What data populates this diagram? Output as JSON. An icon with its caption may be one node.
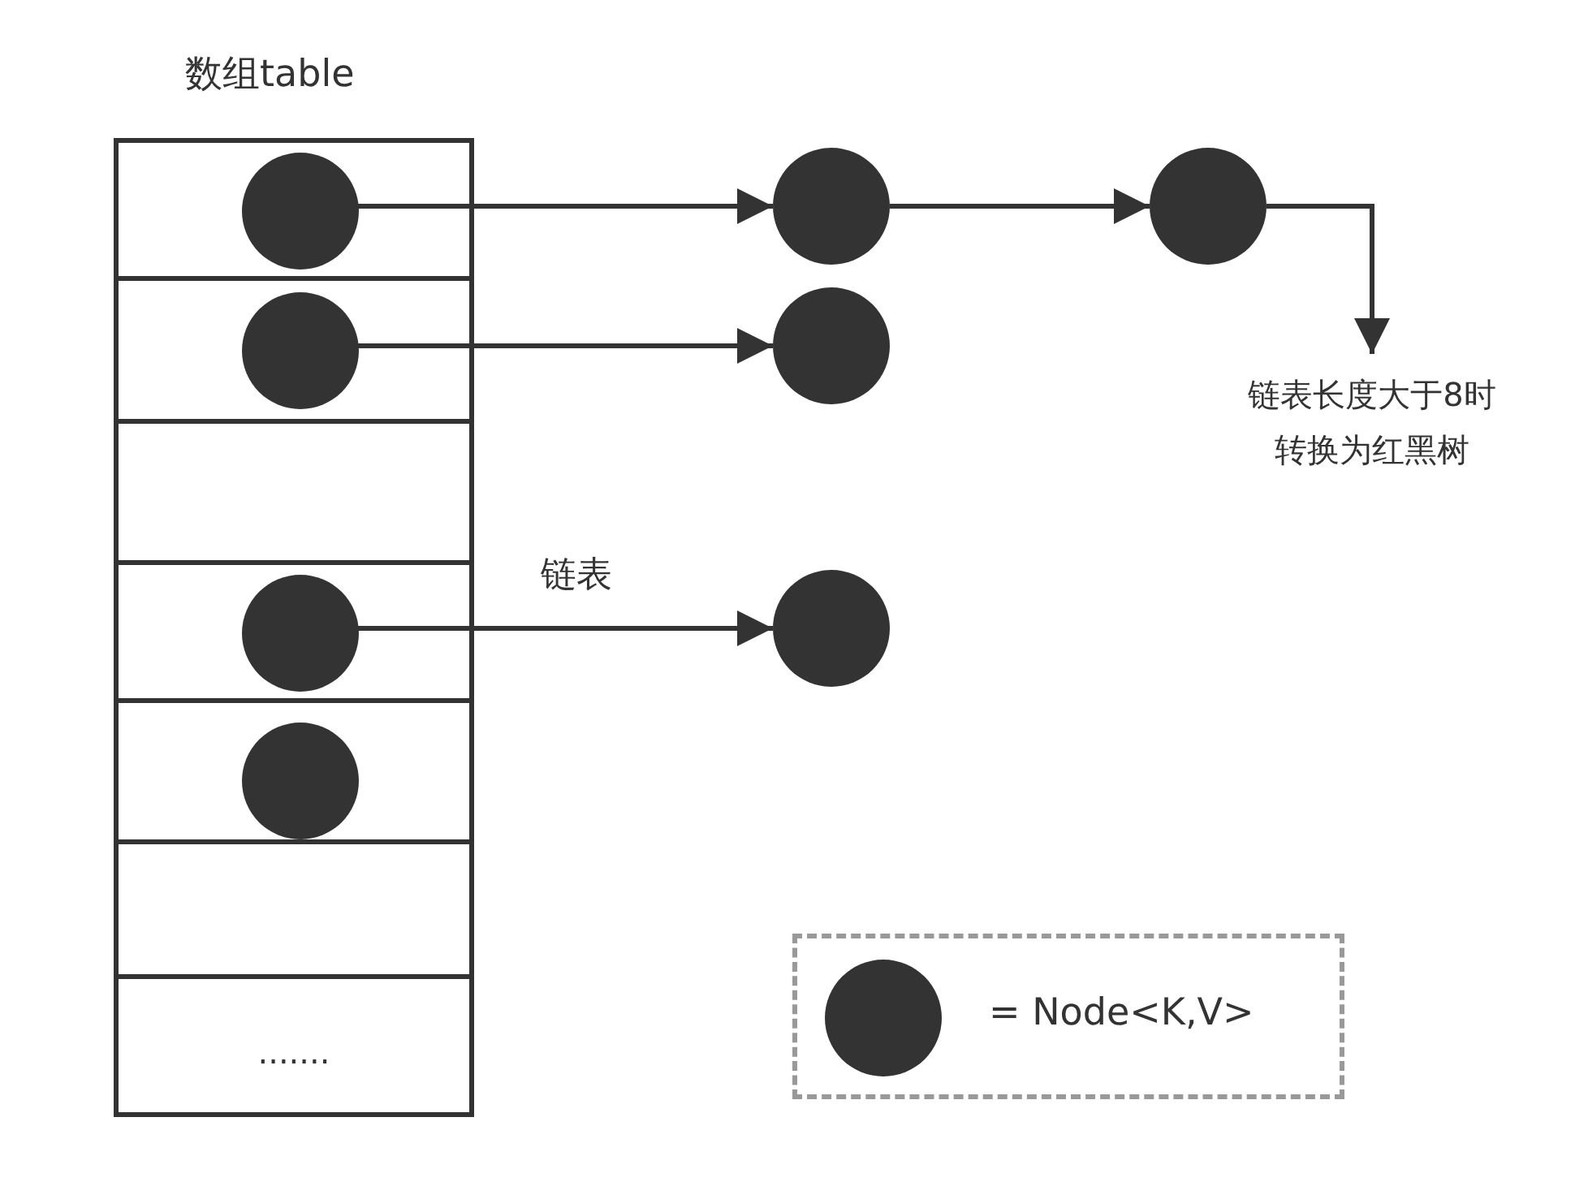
{
  "diagram": {
    "nodes": [
      {
        "text": [
          "数组table"
        ]
      },
      {
        "text": [],
        "shape": "box",
        "in": 0
      },
      {
        "text": [],
        "shape": "box",
        "in": 0
      },
      {
        "text": [],
        "shape": "box",
        "in": 0
      },
      {
        "text": [],
        "shape": "box",
        "in": 0
      },
      {
        "text": [],
        "shape": "box",
        "in": 0
      },
      {
        "text": [],
        "shape": "box",
        "in": 0
      },
      {
        "text": [
          "......."
        ],
        "in": 0
      },
      {
        "text": [],
        "shape": "circle",
        "in": 1
      },
      {
        "text": [],
        "shape": "circle",
        "in": 2
      },
      {
        "text": [],
        "shape": "circle",
        "in": 4
      },
      {
        "text": [],
        "shape": "circle",
        "in": 5
      },
      {
        "text": [],
        "shape": "circle"
      },
      {
        "text": [],
        "shape": "circle"
      },
      {
        "text": [],
        "shape": "circle"
      },
      {
        "text": [],
        "shape": "circle"
      },
      {
        "text": [
          "链表长度大于8时转换为红黑树"
        ]
      }
    ],
    "edges": [
      {
        "from": 8,
        "to": 12,
        "arrow": "to"
      },
      {
        "from": 12,
        "to": 13,
        "arrow": "to"
      },
      {
        "from": 13,
        "to": 16,
        "arrow": "to"
      },
      {
        "from": 9,
        "to": 14,
        "arrow": "to"
      },
      {
        "from": 10,
        "to": 15,
        "arrow": "to",
        "label": "链表"
      }
    ],
    "legend": [
      {
        "text": "= Node<K,V>"
      }
    ]
  }
}
